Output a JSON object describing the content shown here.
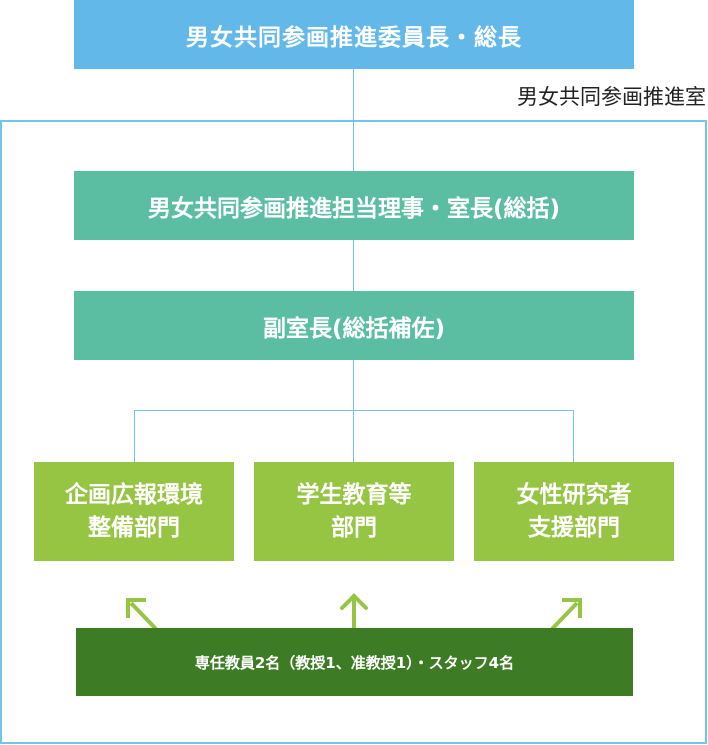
{
  "diagram": {
    "top": {
      "label": "男女共同参画推進委員長・総長"
    },
    "office": {
      "label": "男女共同参画推進室"
    },
    "director": {
      "label": "男女共同参画推進担当理事・室長(総括)"
    },
    "deputy": {
      "label": "副室長(総括補佐)"
    },
    "departments": [
      {
        "line1": "企画広報環境",
        "line2": "整備部門"
      },
      {
        "line1": "学生教育等",
        "line2": "部門"
      },
      {
        "line1": "女性研究者",
        "line2": "支援部門"
      }
    ],
    "staff": {
      "label": "専任教員2名（教授1、准教授1）・スタッフ4名"
    },
    "arrows": [
      {
        "icon": "arrow-up-left-icon"
      },
      {
        "icon": "arrow-up-icon"
      },
      {
        "icon": "arrow-up-right-icon"
      }
    ],
    "colors": {
      "top": "#62b8e8",
      "teal": "#5bbea2",
      "department": "#96c443",
      "staff": "#3d7c24",
      "arrow": "#96c443",
      "connector": "#74c2ee",
      "frame": "#74c2ee"
    }
  }
}
